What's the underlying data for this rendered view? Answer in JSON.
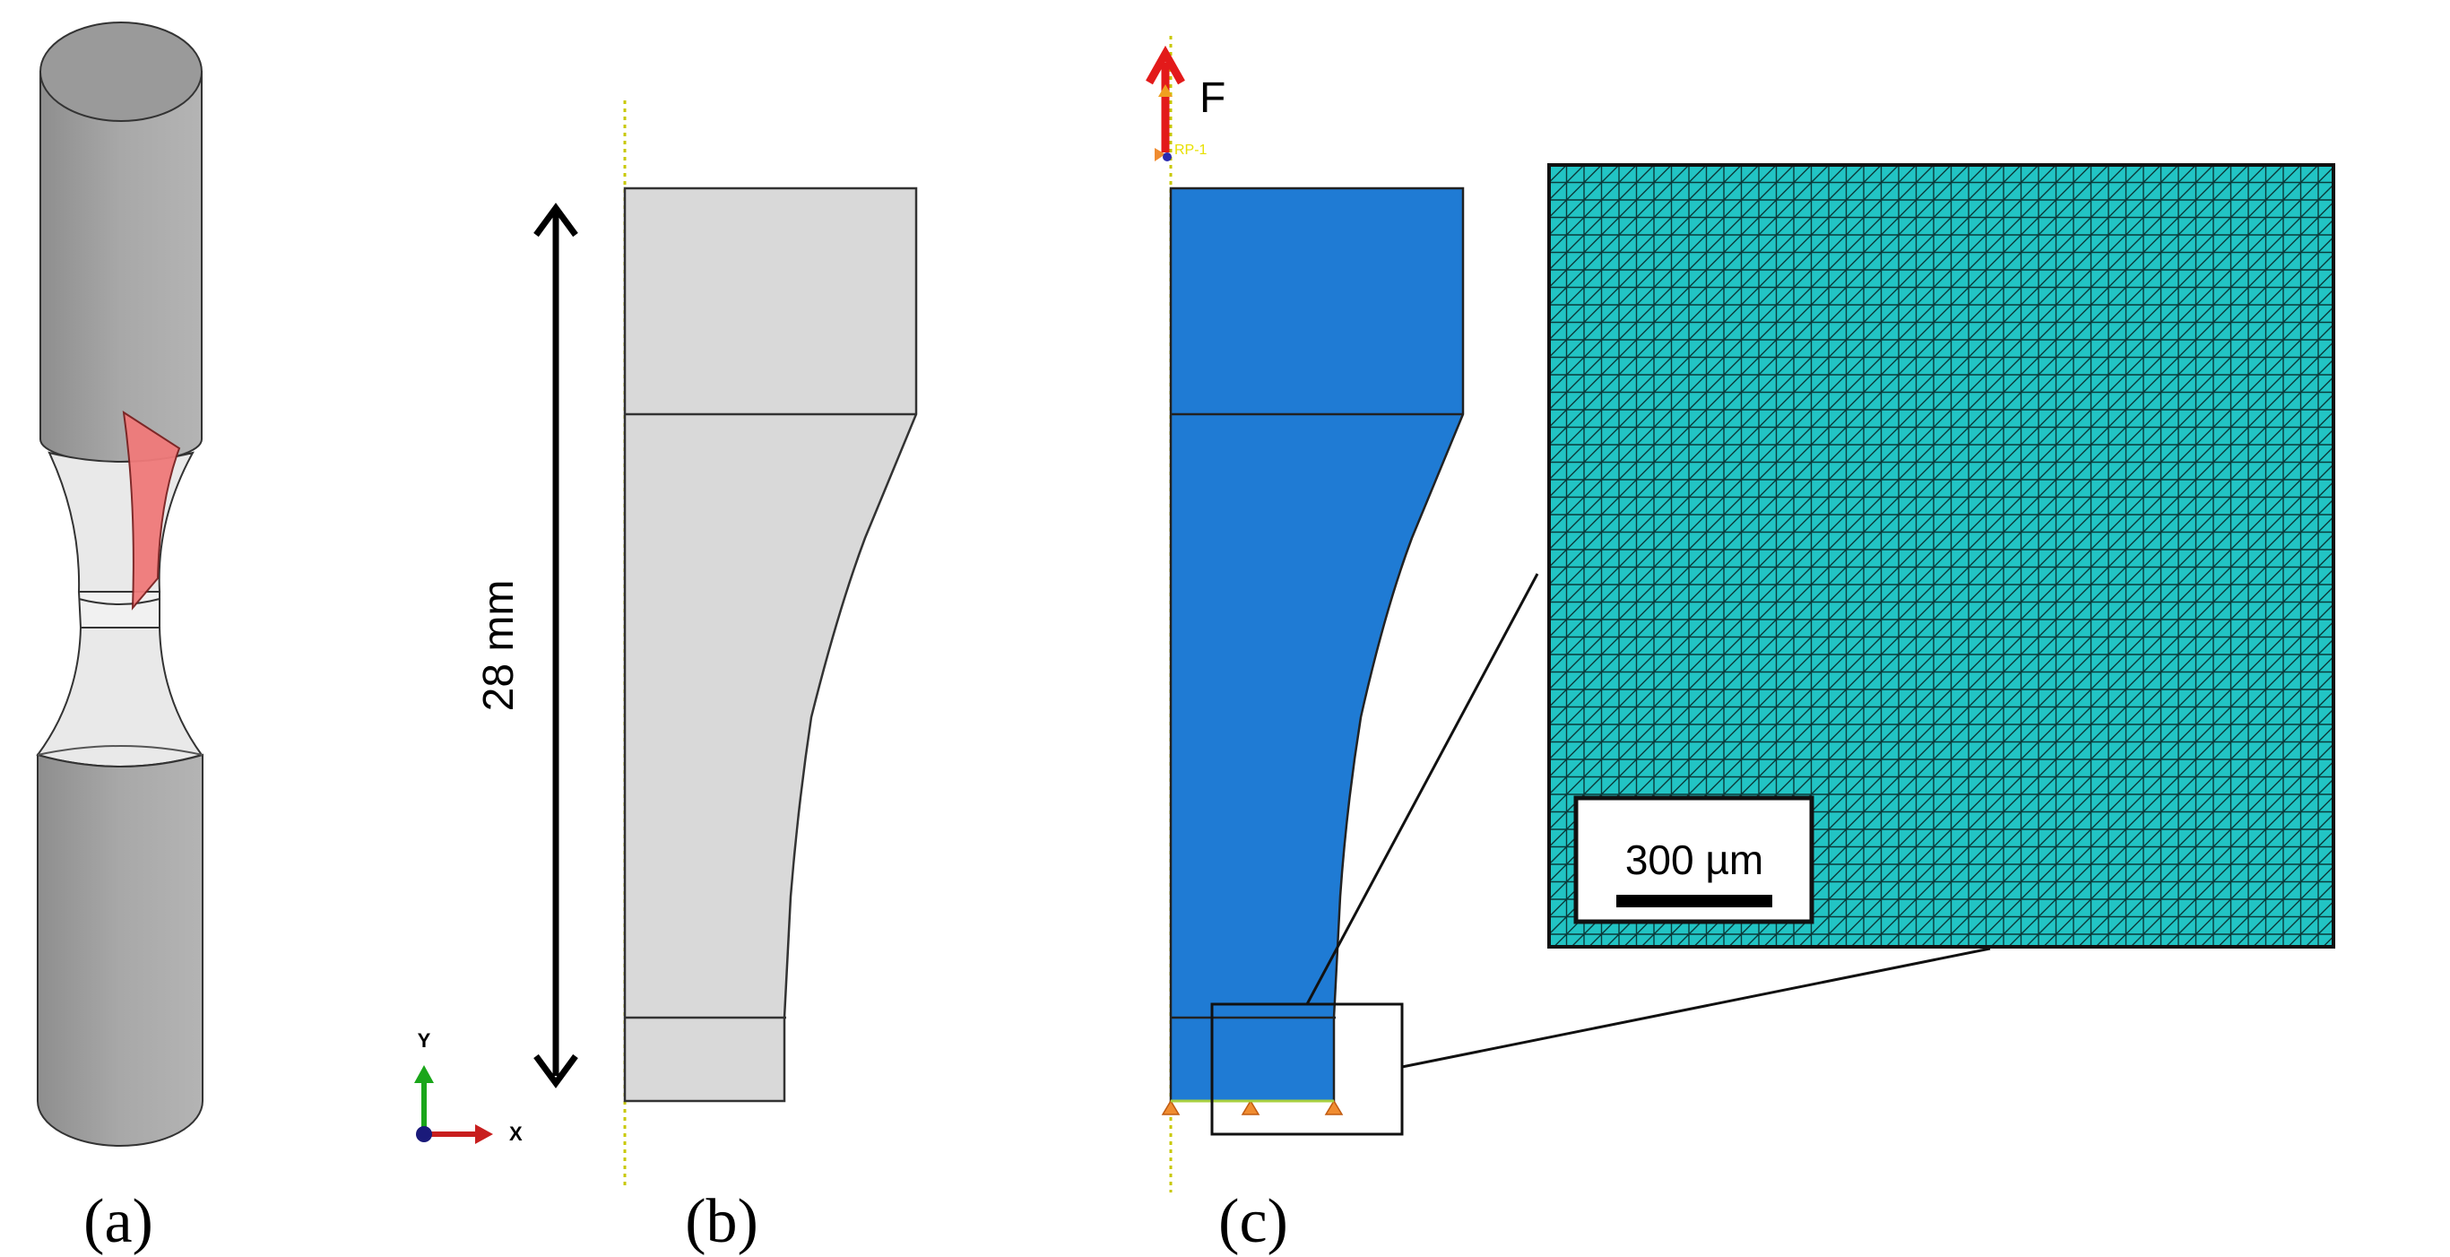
{
  "panels": {
    "a": {
      "label": "(a)"
    },
    "b": {
      "label": "(b)",
      "dimension_label": "28 mm",
      "axis_y": "Y",
      "axis_x": "X"
    },
    "c": {
      "label": "(c)",
      "force_label": "F",
      "reference_point": "RP-1",
      "scale_bar_label": "300 µm"
    }
  },
  "colors": {
    "cylinder_gray": "#a4a4a4",
    "neck_light": "#e8e8e8",
    "section_red": "#f07a7a",
    "part_gray": "#d9d9d9",
    "part_blue": "#1f7bd4",
    "mesh_teal": "#22c4c4",
    "force_red": "#e31a1a",
    "axis_green": "#1aa61a",
    "axis_red": "#c81e1e",
    "symmetry_yellow": "#c8c800",
    "bc_orange": "#f08c30"
  }
}
